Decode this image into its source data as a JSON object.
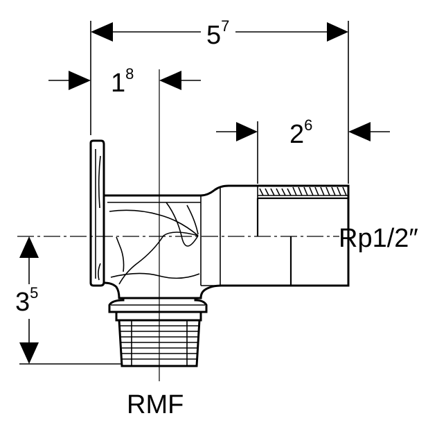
{
  "dimensions": {
    "overall_width": {
      "base": "5",
      "sup": "7"
    },
    "flange_offset": {
      "base": "1",
      "sup": "8"
    },
    "socket_depth": {
      "base": "2",
      "sup": "6"
    },
    "height_to_axis": {
      "base": "3",
      "sup": "5"
    }
  },
  "labels": {
    "thread_size": "Rp1/2″",
    "connection": "RMF"
  }
}
